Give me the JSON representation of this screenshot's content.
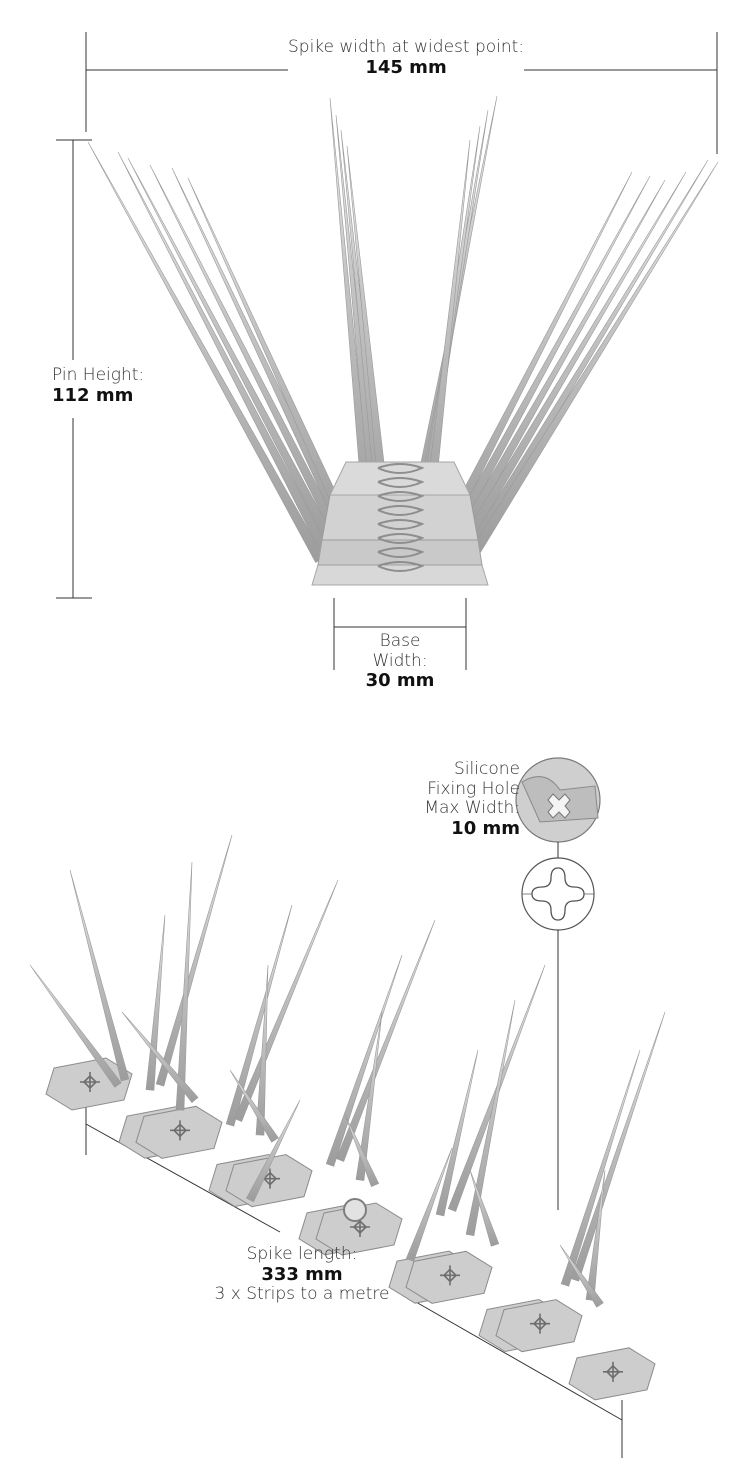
{
  "colors": {
    "line": "#333333",
    "spike_light": "#e4e4e4",
    "spike_mid": "#b8b8b8",
    "spike_dark": "#8a8a8a",
    "base_fill": "#cfcfcf",
    "base_dark": "#9a9a9a"
  },
  "top_view": {
    "widest_label": "Spike width at widest point:",
    "widest_value": "145 mm",
    "pin_label": "Pin Height:",
    "pin_value": "112 mm",
    "base_label_1": "Base",
    "base_label_2": "Width:",
    "base_value": "30 mm"
  },
  "detail": {
    "label_1": "Silicone",
    "label_2": "Fixing Hole",
    "label_3": "Max Width:",
    "value": "10 mm",
    "icon": "cross-hole-icon"
  },
  "strip_view": {
    "length_label": "Spike length:",
    "length_value": "333 mm",
    "note": "3 x Strips to a metre"
  }
}
